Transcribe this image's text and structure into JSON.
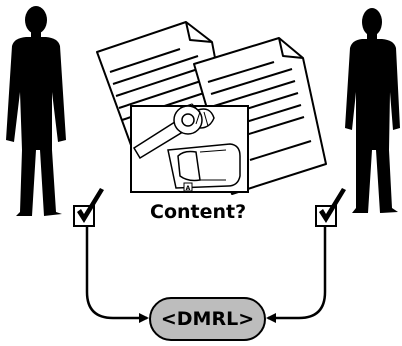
{
  "question_label": "Content?",
  "format_label": "<DMRL>",
  "illustration_tag": "A",
  "icons": {
    "left_person": "person-silhouette-icon",
    "right_person": "person-silhouette-icon",
    "checkbox": "checkbox-checked-icon",
    "document": "document-page-icon",
    "illustration": "wrench-illustration-icon"
  },
  "colors": {
    "silhouette": "#000000",
    "pill_fill": "#bdbdbd",
    "page": "#ffffff",
    "ink": "#000000"
  }
}
